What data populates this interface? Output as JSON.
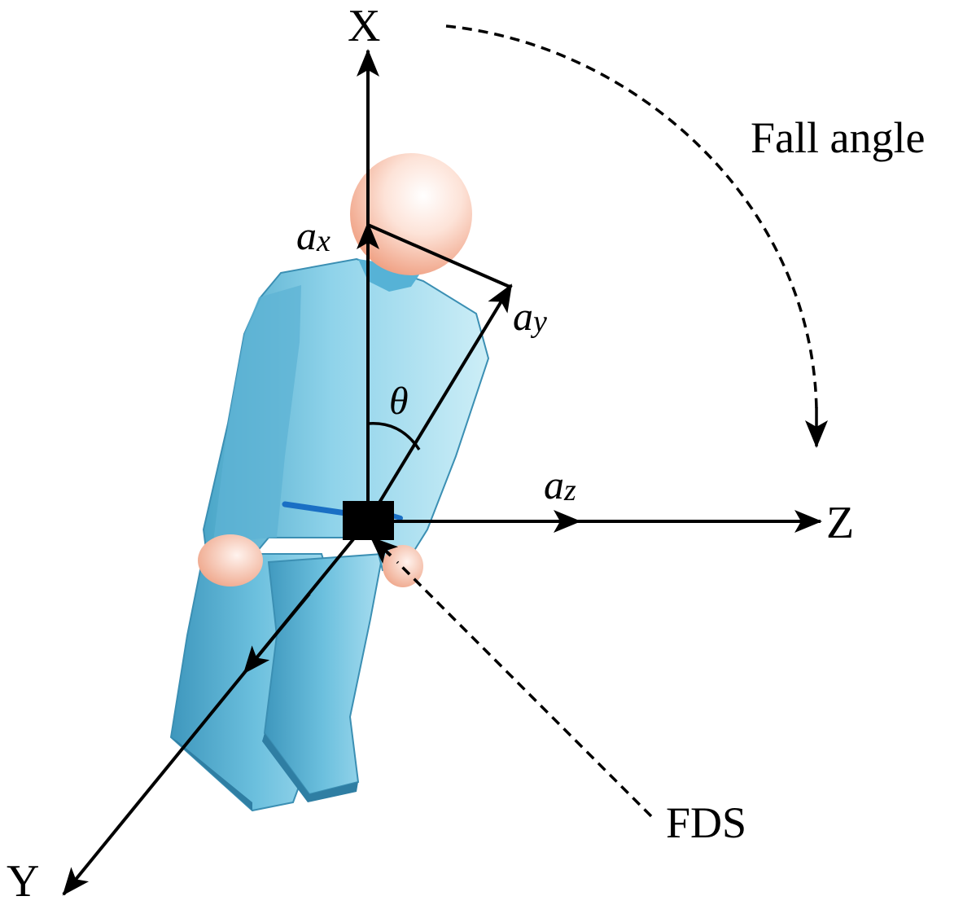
{
  "axes": {
    "x_label": "X",
    "y_label": "Y",
    "z_label": "Z"
  },
  "vectors": {
    "ax_base": "a",
    "ax_sub": "x",
    "ay_base": "a",
    "ay_sub": "y",
    "az_base": "a",
    "az_sub": "z"
  },
  "angle_symbol": "θ",
  "annotations": {
    "fall_angle": "Fall angle",
    "sensor": "FDS"
  },
  "colors": {
    "body": "#5fb6d4",
    "body_light": "#bfe6f2",
    "skin": "#f3b49a",
    "belt": "#1a6fc4",
    "ink": "#000000"
  }
}
